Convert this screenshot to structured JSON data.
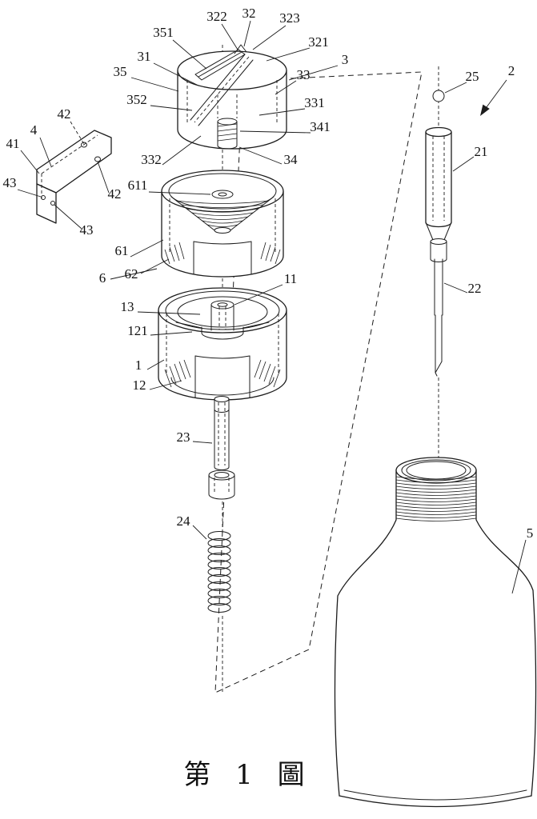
{
  "figure": {
    "caption": "第 1 圖"
  },
  "colors": {
    "ink": "#1c1c1c",
    "background": "#ffffff"
  },
  "labels": {
    "l322": "322",
    "l32": "32",
    "l323": "323",
    "l351": "351",
    "l321": "321",
    "l31": "31",
    "l3": "3",
    "l35": "35",
    "l33": "33",
    "l352": "352",
    "l331": "331",
    "l341": "341",
    "l332": "332",
    "l34": "34",
    "l42a": "42",
    "l4": "4",
    "l41": "41",
    "l43a": "43",
    "l42b": "42",
    "l43b": "43",
    "l611": "611",
    "l61": "61",
    "l6": "6",
    "l62": "62",
    "l11": "11",
    "l13": "13",
    "l121": "121",
    "l1": "1",
    "l12": "12",
    "l23": "23",
    "l24": "24",
    "l25": "25",
    "l2": "2",
    "l21": "21",
    "l22": "22",
    "l5": "5"
  }
}
